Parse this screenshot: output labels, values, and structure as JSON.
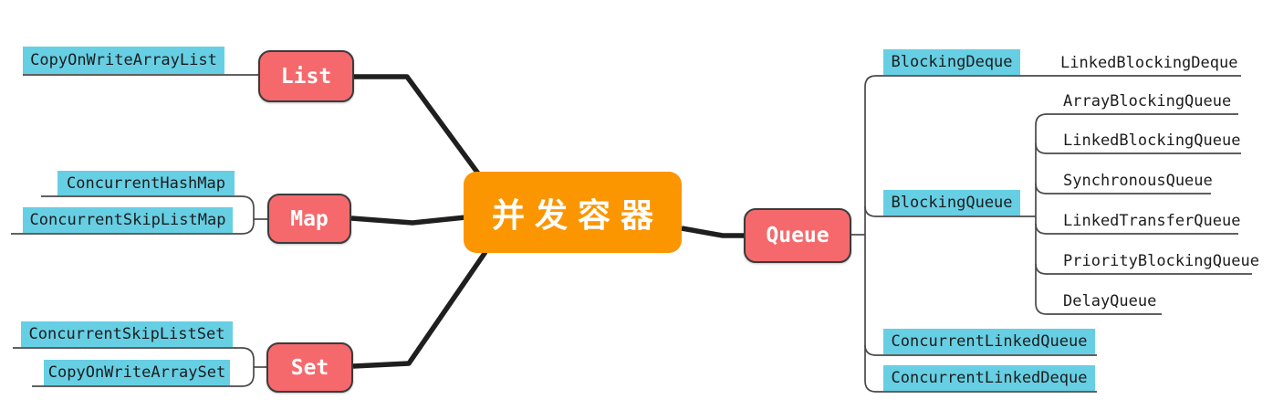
{
  "diagram": {
    "type": "mindmap",
    "root": {
      "label": "并发容器"
    },
    "colors": {
      "root_bg": "#fb9600",
      "topic_bg": "#f5696d",
      "topic_border": "#3b3b3b",
      "highlight_bg": "#67cfe3",
      "thick_edge": "#1f1f1f",
      "thin_edge": "#4a4a4a",
      "leaf_text": "#1c1c1e"
    }
  },
  "branches": [
    {
      "label": "List",
      "items": [
        {
          "text": "CopyOnWriteArrayList",
          "highlighted": true
        }
      ]
    },
    {
      "label": "Map",
      "items": [
        {
          "text": "ConcurrentHashMap",
          "highlighted": true
        },
        {
          "text": "ConcurrentSkipListMap",
          "highlighted": true
        }
      ]
    },
    {
      "label": "Set",
      "items": [
        {
          "text": "ConcurrentSkipListSet",
          "highlighted": true
        },
        {
          "text": "CopyOnWriteArraySet",
          "highlighted": true
        }
      ]
    },
    {
      "label": "Queue",
      "items": [
        {
          "text": "BlockingDeque",
          "highlighted": true,
          "children": [
            {
              "text": "LinkedBlockingDeque",
              "highlighted": false
            }
          ]
        },
        {
          "text": "BlockingQueue",
          "highlighted": true,
          "children": [
            {
              "text": "ArrayBlockingQueue",
              "highlighted": false
            },
            {
              "text": "LinkedBlockingQueue",
              "highlighted": false
            },
            {
              "text": "SynchronousQueue",
              "highlighted": false
            },
            {
              "text": "LinkedTransferQueue",
              "highlighted": false
            },
            {
              "text": "PriorityBlockingQueue",
              "highlighted": false
            },
            {
              "text": "DelayQueue",
              "highlighted": false
            }
          ]
        },
        {
          "text": "ConcurrentLinkedQueue",
          "highlighted": true
        },
        {
          "text": "ConcurrentLinkedDeque",
          "highlighted": true
        }
      ]
    }
  ]
}
